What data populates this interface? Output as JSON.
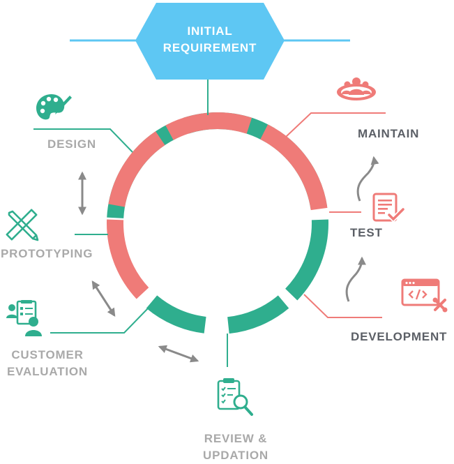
{
  "colors": {
    "green": "#2fae8e",
    "red": "#ef7b78",
    "blue": "#5ec7f3",
    "gray_text": "#a9a9a9",
    "dark_text": "#5b5f66",
    "arrow_gray": "#8a8a8a"
  },
  "header": {
    "line1": "INITIAL",
    "line2": "REQUIREMENT"
  },
  "stages": {
    "design": {
      "label": "DESIGN",
      "icon": "palette-icon"
    },
    "prototyping": {
      "label": "PROTOTYPING",
      "icon": "pencil-ruler-icon"
    },
    "customer_evaluation": {
      "line1": "CUSTOMER",
      "line2": "EVALUATION",
      "icon": "customer-checklist-icon"
    },
    "review_updation": {
      "line1": "REVIEW &",
      "line2": "UPDATION",
      "icon": "clipboard-search-icon"
    },
    "development": {
      "label": "DEVELOPMENT",
      "icon": "code-window-icon"
    },
    "test": {
      "label": "TEST",
      "icon": "test-document-icon"
    },
    "maintain": {
      "label": "MAINTAIN",
      "icon": "team-icon"
    }
  }
}
